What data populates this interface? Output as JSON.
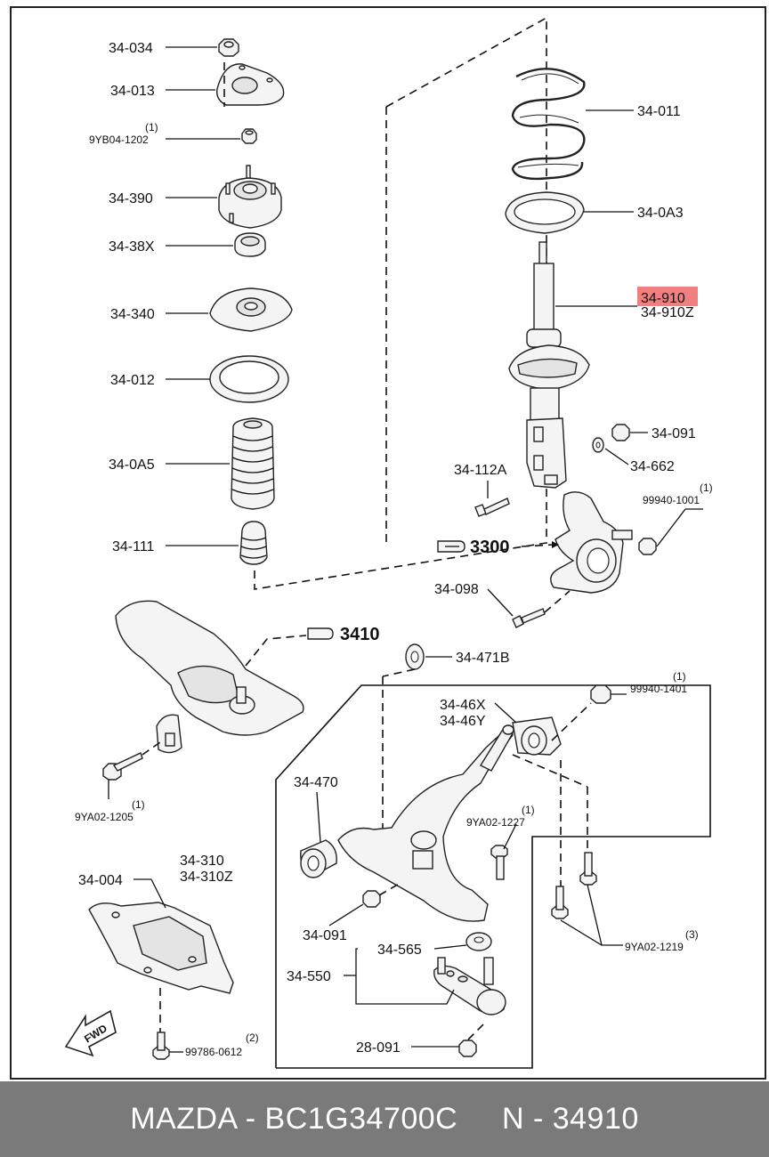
{
  "labels": {
    "p34034": "34-034",
    "p34013": "34-013",
    "q9yb04": "(1)",
    "p9yb04": "9YB04-1202",
    "p34390": "34-390",
    "p3438x": "34-38X",
    "p34340": "34-340",
    "p34012": "34-012",
    "p340a5": "34-0A5",
    "p34111": "34-111",
    "p34011": "34-011",
    "p340a3": "34-0A3",
    "p34910": "34-910",
    "p34910z": "34-910Z",
    "p34091a": "34-091",
    "p34662": "34-662",
    "p34112a": "34-112A",
    "q99940_1001": "(1)",
    "p99940_1001": "99940-1001",
    "p3300": "3300",
    "p34098": "34-098",
    "p3410": "3410",
    "p34471b": "34-471B",
    "p3446x": "34-46X",
    "p3446y": "34-46Y",
    "q99940_1401": "(1)",
    "p99940_1401": "99940-1401",
    "p34470": "34-470",
    "q9ya02_1227": "(1)",
    "p9ya02_1227": "9YA02-1227",
    "q9ya02_1205": "(1)",
    "p9ya02_1205": "9YA02-1205",
    "p34310": "34-310",
    "p34310z": "34-310Z",
    "p34004": "34-004",
    "p34091b": "34-091",
    "p34565": "34-565",
    "p34550": "34-550",
    "q9ya02_1219": "(3)",
    "p9ya02_1219": "9YA02-1219",
    "q99786": "(2)",
    "p99786": "99786-0612",
    "p28091": "28-091",
    "fwd": "FWD"
  },
  "highlight_color": "#f08080",
  "footer": {
    "text": "MAZDA - BC1G34700C     N - 34910"
  }
}
